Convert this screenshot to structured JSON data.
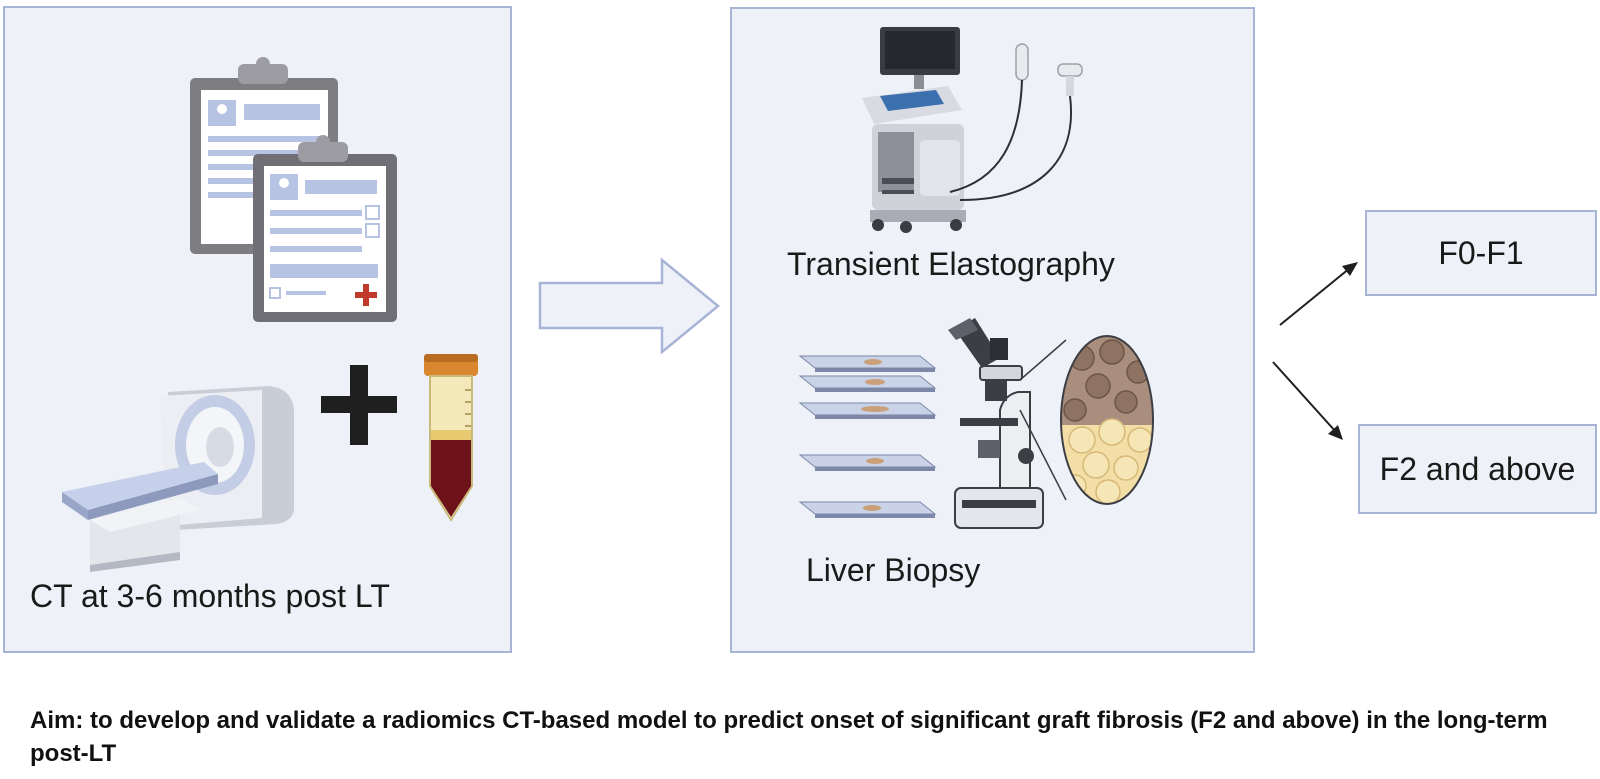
{
  "panels": {
    "left": {
      "caption": "CT at 3-6 months post LT"
    },
    "middle": {
      "elastography_caption": "Transient Elastography",
      "biopsy_caption": "Liver Biopsy"
    }
  },
  "outcomes": {
    "low": "F0-F1",
    "high": "F2 and above"
  },
  "aim": "Aim: to develop and validate a radiomics CT-based model to predict onset of significant graft fibrosis (F2 and above) in the long-term post-LT",
  "icons": [
    "clipboard-icon",
    "ct-scanner-icon",
    "plus-icon",
    "blood-tube-icon",
    "ultrasound-machine-icon",
    "slides-icon",
    "microscope-icon",
    "tissue-magnified-icon"
  ],
  "colors": {
    "panel_fill": "#eef1f8",
    "panel_border": "#a7b4d6",
    "arrow_border": "#a7b4d6"
  }
}
